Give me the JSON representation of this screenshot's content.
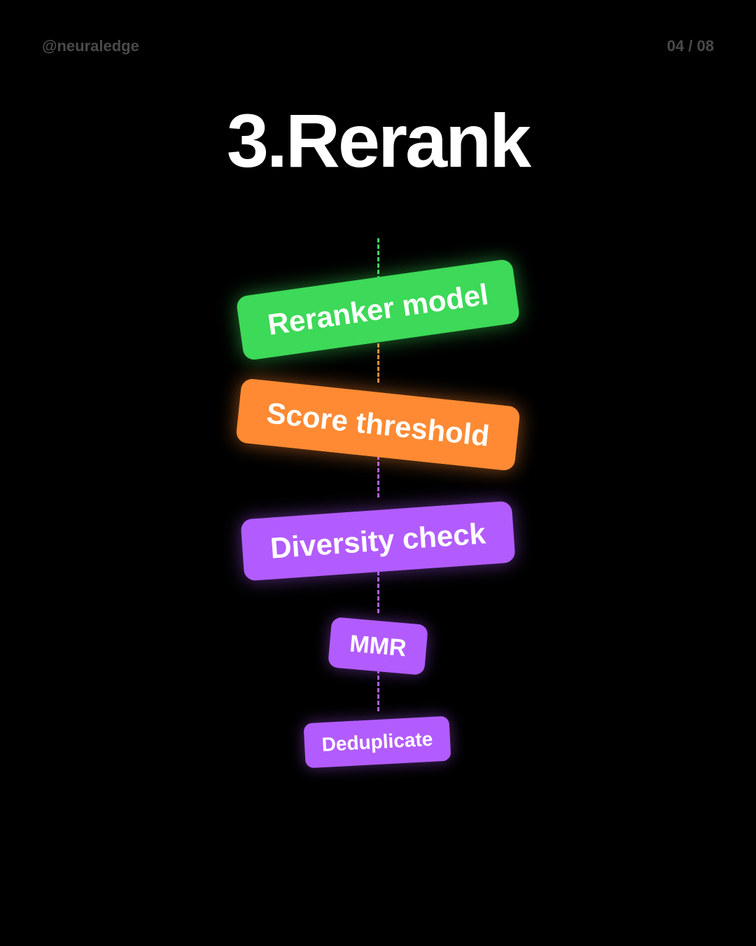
{
  "header": {
    "handle": "@neuraledge",
    "page_indicator": "04 / 08"
  },
  "title": "3.Rerank",
  "colors": {
    "background": "#000000",
    "green": "#3dd958",
    "orange": "#ff8a33",
    "purple": "#b25cff",
    "muted_text": "#4a4a4a"
  },
  "steps": [
    {
      "label": "Reranker model",
      "color": "green"
    },
    {
      "label": "Score threshold",
      "color": "orange"
    },
    {
      "label": "Diversity check",
      "color": "purple"
    },
    {
      "label": "MMR",
      "color": "purple"
    },
    {
      "label": "Deduplicate",
      "color": "purple"
    }
  ]
}
